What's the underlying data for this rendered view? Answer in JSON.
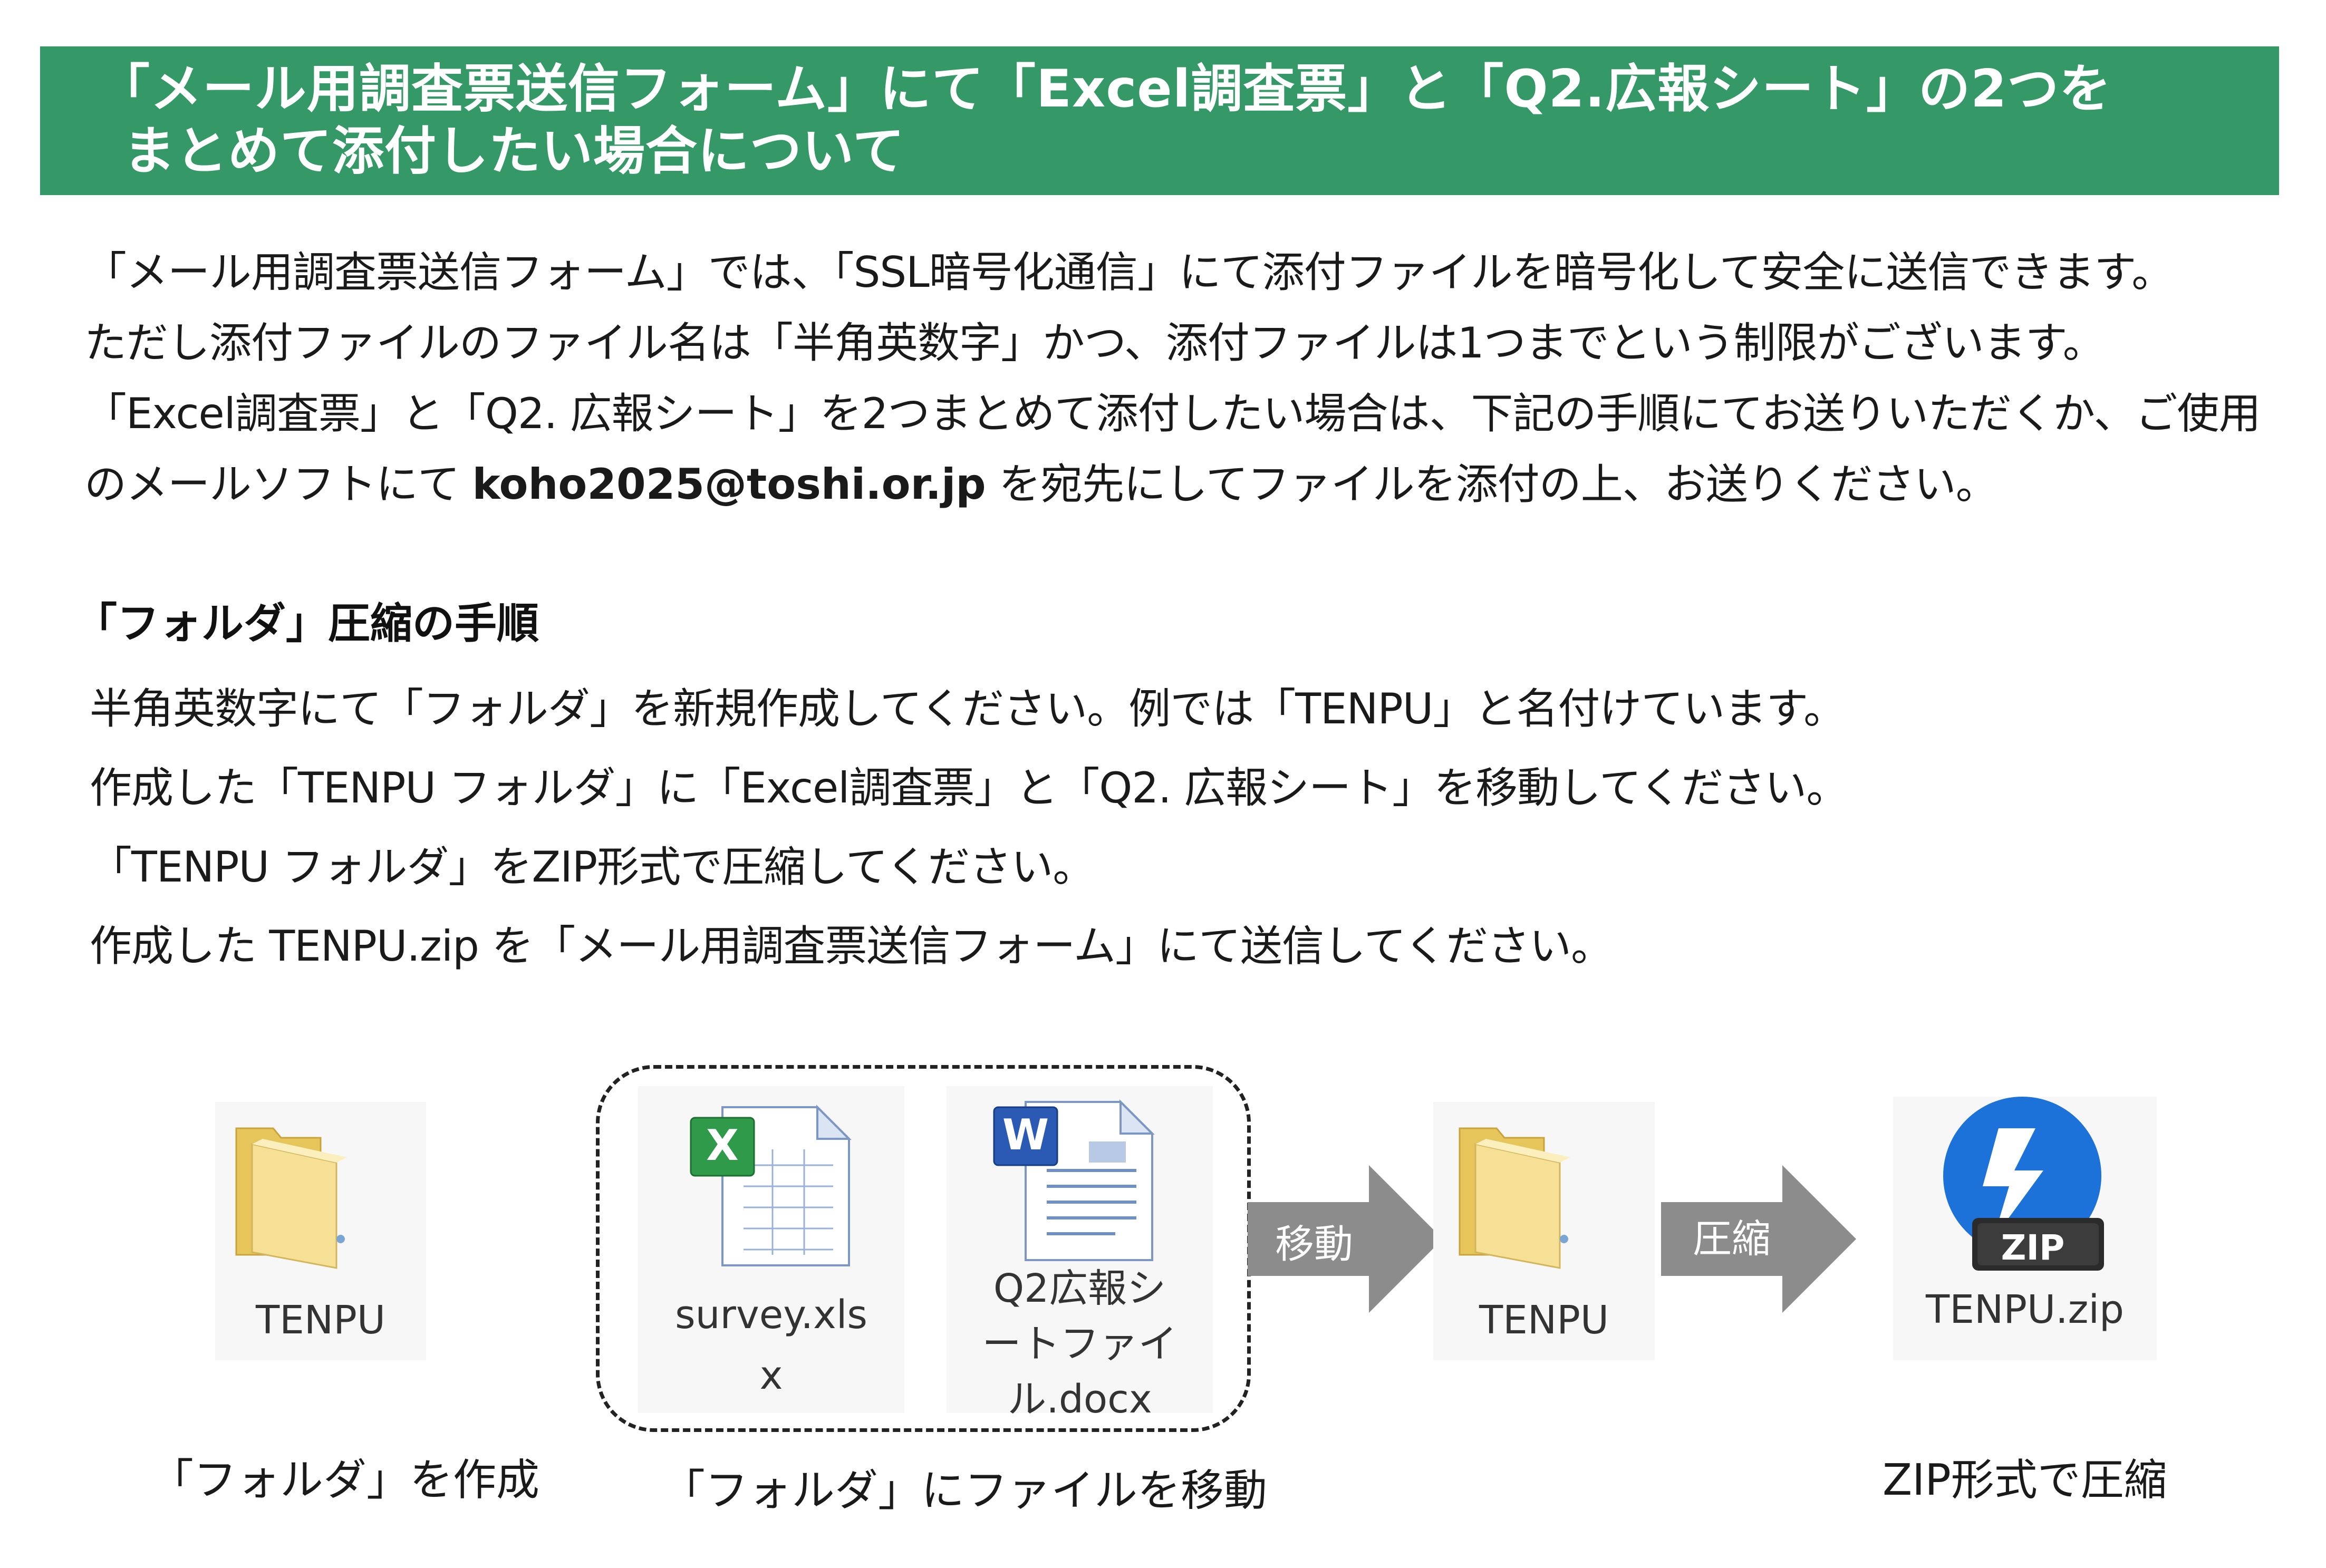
{
  "header": {
    "title_line1": "「メール用調査票送信フォーム」にて「Excel調査票」と「Q2.広報シート」の2つを",
    "title_line2": "まとめて添付したい場合について",
    "bg_color": "#349966"
  },
  "intro": {
    "line1": "「メール用調査票送信フォーム」では、「SSL暗号化通信」にて添付ファイルを暗号化して安全に送信できます。",
    "line2": "ただし添付ファイルのファイル名は「半角英数字」かつ、添付ファイルは1つまでという制限がございます。",
    "line3": "「Excel調査票」と「Q2. 広報シート」を2つまとめて添付したい場合は、下記の手順にてお送りいただくか、ご使用",
    "line4_before": "のメールソフトにて ",
    "email": "koho2025@toshi.or.jp",
    "line4_after": " を宛先にしてファイルを添付の上、お送りください。"
  },
  "section": {
    "heading": "「フォルダ」圧縮の手順",
    "steps": [
      "半角英数字にて「フォルダ」を新規作成してください。例では「TENPU」と名付けています。",
      "作成した「TENPU フォルダ」に「Excel調査票」と「Q2. 広報シート」を移動してください。",
      "「TENPU フォルダ」をZIP形式で圧縮してください。",
      "作成した TENPU.zip を「メール用調査票送信フォーム」にて送信してください。"
    ]
  },
  "diagram": {
    "folder1_label": "TENPU",
    "excel_label_line1": "survey.xls",
    "excel_label_line2": "x",
    "word_label_line1": "Q2広報シ",
    "word_label_line2": "ートファイ",
    "word_label_line3": "ル.docx",
    "arrow1_label": "移動",
    "folder2_label": "TENPU",
    "arrow2_label": "圧縮",
    "zip_badge": "ZIP",
    "zip_label": "TENPU.zip",
    "caption1": "「フォルダ」を作成",
    "caption2": "「フォルダ」にファイルを移動",
    "caption3": "ZIP形式で圧縮"
  },
  "icons": {
    "folder": "folder-icon",
    "excel": "excel-file-icon",
    "word": "word-file-icon",
    "zip": "zip-archive-icon",
    "arrow": "right-arrow-icon"
  },
  "colors": {
    "arrow": "#8c8c8c",
    "folder_front": "#f6e39a",
    "folder_back": "#e9c85e",
    "zip_blue": "#1c72d8"
  }
}
